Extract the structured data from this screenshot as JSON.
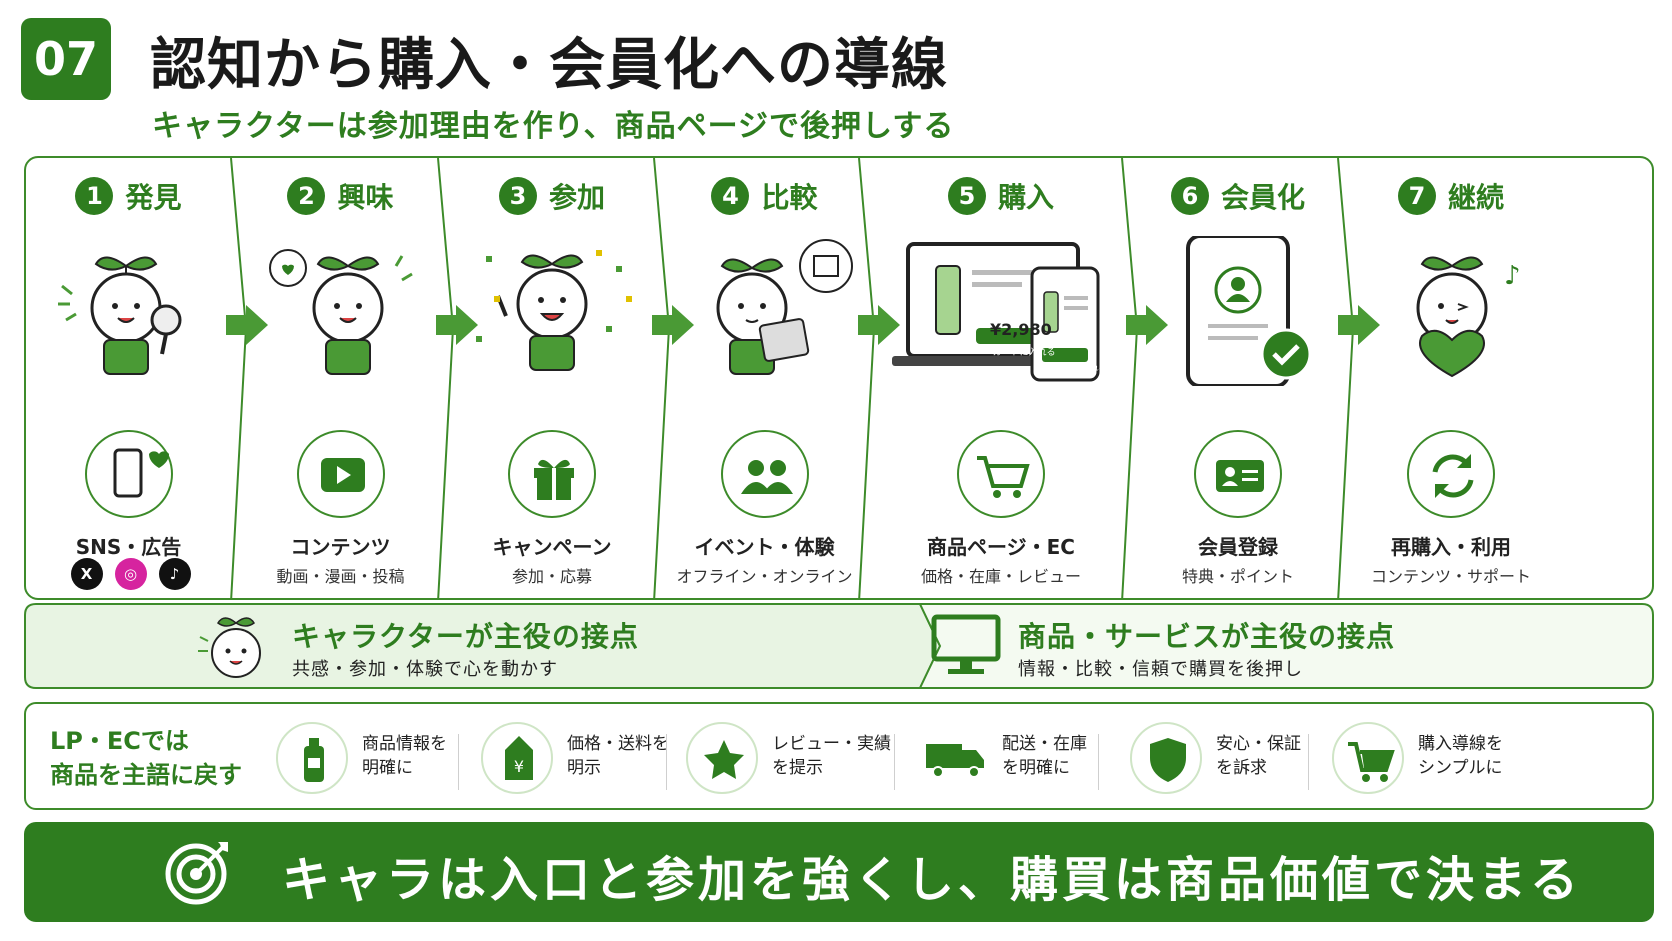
{
  "header": {
    "number": "07",
    "title": "認知から購入・会員化への導線",
    "subtitle": "キャラクターは参加理由を作り、商品ページで後押しする"
  },
  "steps": [
    {
      "num": "1",
      "name": "発見",
      "icon": "smartphone-heart-icon",
      "label": "SNS・広告",
      "sub": "",
      "social": [
        "X",
        "Instagram",
        "TikTok"
      ]
    },
    {
      "num": "2",
      "name": "興味",
      "icon": "play-icon",
      "label": "コンテンツ",
      "sub": "動画・漫画・投稿"
    },
    {
      "num": "3",
      "name": "参加",
      "icon": "gift-icon",
      "label": "キャンペーン",
      "sub": "参加・応募"
    },
    {
      "num": "4",
      "name": "比較",
      "icon": "people-icon",
      "label": "イベント・体験",
      "sub": "オフライン・オンライン"
    },
    {
      "num": "5",
      "name": "購入",
      "icon": "cart-icon",
      "label": "商品ページ・EC",
      "sub": "価格・在庫・レビュー",
      "price": "¥2,980",
      "cart_button": "カートに入れる"
    },
    {
      "num": "6",
      "name": "会員化",
      "icon": "member-card-icon",
      "label": "会員登録",
      "sub": "特典・ポイント"
    },
    {
      "num": "7",
      "name": "継続",
      "icon": "refresh-icon",
      "label": "再購入・利用",
      "sub": "コンテンツ・サポート"
    }
  ],
  "bands": {
    "left": {
      "title": "キャラクターが主役の接点",
      "sub": "共感・参加・体験で心を動かす"
    },
    "right": {
      "title": "商品・サービスが主役の接点",
      "sub": "情報・比較・信頼で購買を後押し"
    }
  },
  "tips": {
    "heading_line1": "LP・ECでは",
    "heading_line2": "商品を主語に戻す",
    "items": [
      {
        "icon": "bottle-icon",
        "line1": "商品情報を",
        "line2": "明確に"
      },
      {
        "icon": "price-tag-icon",
        "line1": "価格・送料を",
        "line2": "明示"
      },
      {
        "icon": "star-icon",
        "line1": "レビュー・実績",
        "line2": "を提示"
      },
      {
        "icon": "truck-icon",
        "line1": "配送・在庫",
        "line2": "を明確に"
      },
      {
        "icon": "shield-icon",
        "line1": "安心・保証",
        "line2": "を訴求"
      },
      {
        "icon": "cart-icon",
        "line1": "購入導線を",
        "line2": "シンプルに"
      }
    ]
  },
  "banner": {
    "text": "キャラは入口と参加を強くし、購買は商品価値で決まる",
    "icon": "target-icon"
  },
  "colors": {
    "primary": "#2e7d1f",
    "light": "#e8f4e3",
    "border": "#3d8b2a"
  }
}
